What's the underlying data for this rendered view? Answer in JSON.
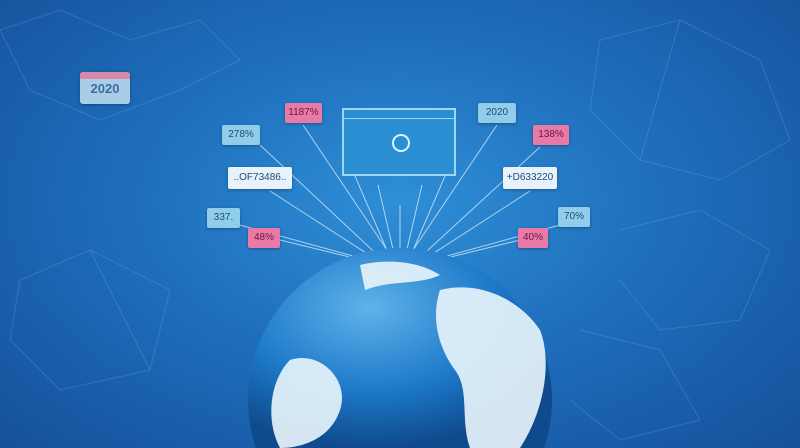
{
  "window": {
    "icon": "chat-bubble-icon"
  },
  "calendar": {
    "year": "2020"
  },
  "labels": [
    {
      "text": "1187%",
      "style": "pink"
    },
    {
      "text": "2020",
      "style": "blue"
    },
    {
      "text": "278%",
      "style": "blue"
    },
    {
      "text": "138%",
      "style": "pink"
    },
    {
      "text": "..OF73486..",
      "style": "white"
    },
    {
      "text": "+D633220",
      "style": "white"
    },
    {
      "text": "337.",
      "style": "blue"
    },
    {
      "text": "70%",
      "style": "blue"
    },
    {
      "text": "48%",
      "style": "pink"
    },
    {
      "text": "40%",
      "style": "pink"
    }
  ],
  "colors": {
    "background": "#1f6fbd",
    "pink": "#e97aa8",
    "light_blue": "#8fcdeb"
  }
}
